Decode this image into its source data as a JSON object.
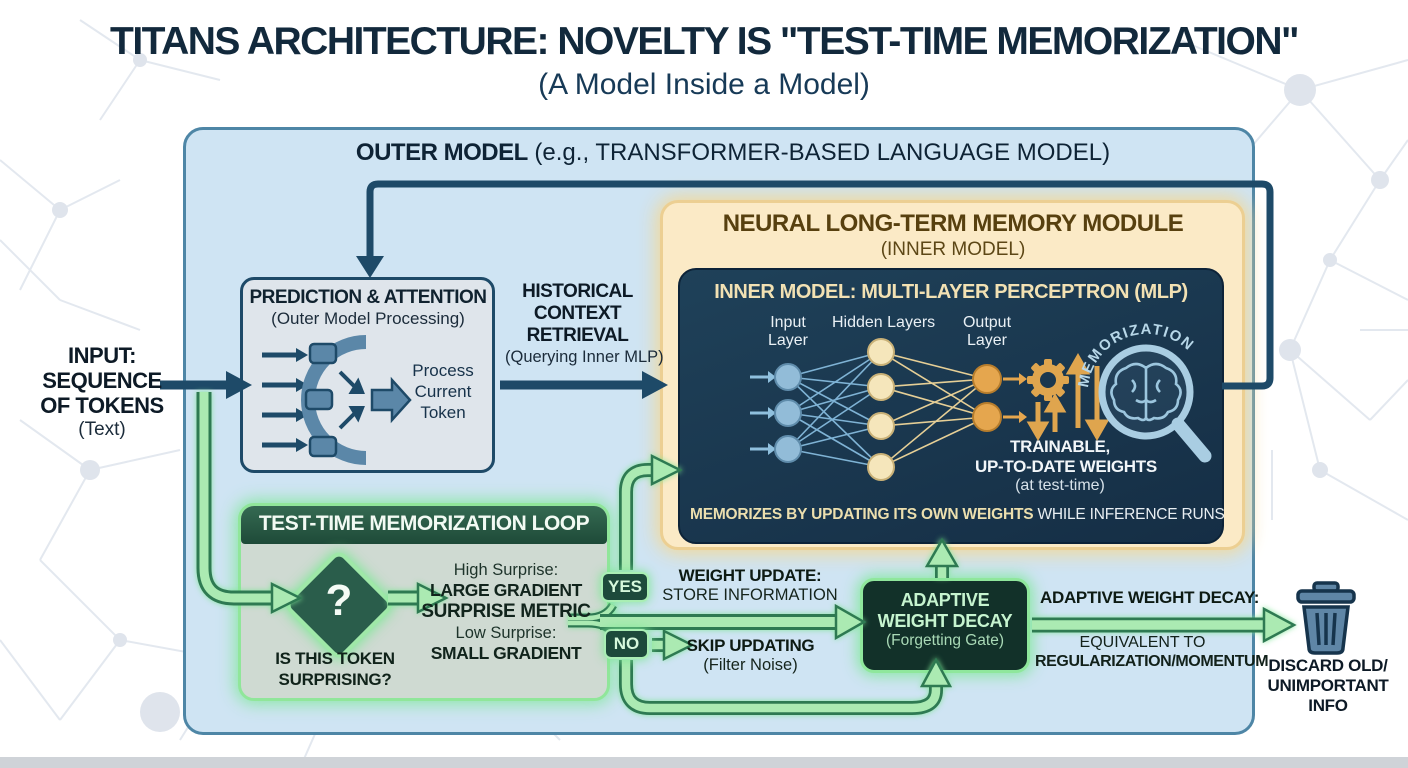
{
  "title": {
    "main": "TITANS ARCHITECTURE: NOVELTY IS \"TEST-TIME MEMORIZATION\"",
    "sub": "(A Model Inside a Model)"
  },
  "outer_model": {
    "label_bold": "OUTER MODEL",
    "label_rest": " (e.g., TRANSFORMER-BASED LANGUAGE MODEL)"
  },
  "input_block": {
    "line1": "INPUT:",
    "line2": "SEQUENCE",
    "line3": "OF TOKENS",
    "line4": "(Text)"
  },
  "prediction_box": {
    "title": "PREDICTION & ATTENTION",
    "subtitle": "(Outer Model Processing)",
    "caption": "Process Current Token"
  },
  "historical_label": {
    "line1": "HISTORICAL",
    "line2": "CONTEXT",
    "line3": "RETRIEVAL",
    "sub": "(Querying Inner MLP)"
  },
  "memory_module": {
    "title": "NEURAL LONG-TERM MEMORY MODULE",
    "subtitle": "(INNER MODEL)"
  },
  "inner_model": {
    "title": "INNER MODEL: MULTI-LAYER PERCEPTRON (MLP)",
    "layer_labels": {
      "input": "Input Layer",
      "hidden": "Hidden Layers",
      "output": "Output Layer"
    },
    "trainable": {
      "line1": "TRAINABLE,",
      "line2": "UP-TO-DATE WEIGHTS",
      "line3": "(at test-time)"
    },
    "memorization_label": "MEMORIZATION",
    "footer_bold": "MEMORIZES BY UPDATING ITS OWN WEIGHTS",
    "footer_rest": " WHILE INFERENCE RUNS"
  },
  "loop_box": {
    "title": "TEST-TIME MEMORIZATION LOOP",
    "question_mark": "?",
    "question": "IS THIS TOKEN SURPRISING?",
    "high_label": "High Surprise:",
    "high_value": "LARGE GRADIENT",
    "metric": "SURPRISE METRIC",
    "low_label": "Low Surprise:",
    "low_value": "SMALL GRADIENT"
  },
  "branches": {
    "yes": "YES",
    "no": "NO",
    "weight_update_title": "WEIGHT UPDATE:",
    "weight_update_sub": "STORE INFORMATION",
    "skip_title": "SKIP UPDATING",
    "skip_sub": "(Filter Noise)"
  },
  "adaptive_box": {
    "line1": "ADAPTIVE",
    "line2": "WEIGHT DECAY",
    "line3": "(Forgetting Gate)"
  },
  "decay_output": {
    "title": "ADAPTIVE WEIGHT DECAY:",
    "line1": "EQUIVALENT TO",
    "line2": "REGULARIZATION/MOMENTUM"
  },
  "discard": {
    "line1": "DISCARD OLD/",
    "line2": "UNIMPORTANT",
    "line3": "INFO"
  },
  "colors": {
    "title_navy": "#12293c",
    "outer_fill": "#cfe4f3",
    "outer_border": "#4e86a6",
    "navy_arrow": "#1e4a68",
    "tan_fill": "#fbeac6",
    "tan_border": "#eccf92",
    "dark_box": "#16314a",
    "cream_text": "#f2e1b3",
    "green_light": "#abeab2",
    "green_dark": "#2e7a52",
    "loop_fill": "#cfdad2",
    "badge_fill": "#1d4a3b",
    "adaptive_fill": "#123129",
    "node_input": "#92bcd8",
    "node_hidden": "#f5e6bb",
    "node_output": "#e5a64e",
    "gear_orange": "#dfa54e",
    "trash_blue": "#5f86a6"
  }
}
